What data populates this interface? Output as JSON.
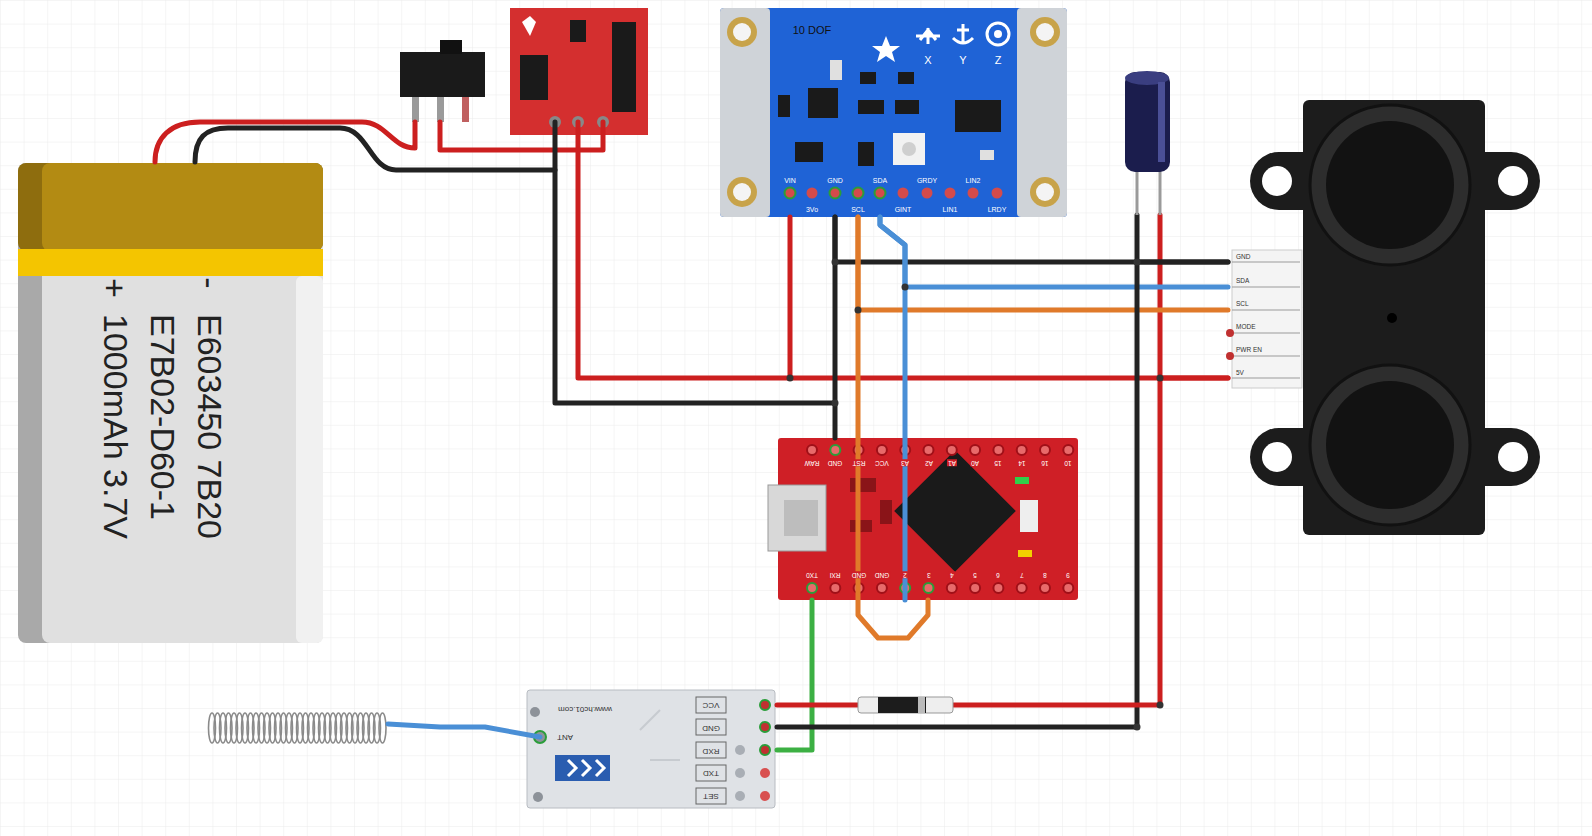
{
  "diagram": {
    "nodes": [
      {
        "text": [
          "-",
          "+",
          "E603450 7B20 E7B02-D60-1 1000mAh 3.7V"
        ]
      },
      {
        "text": [
          "10 DOF",
          "X",
          "Y",
          "Z",
          "VIN",
          "3Vo",
          "GND",
          "SCL",
          "SDA",
          "GINT",
          "GRDY",
          "LIN1",
          "LIN2",
          "LRDY"
        ]
      },
      {
        "text": [
          "GND",
          "SDA",
          "SCL",
          "MODE",
          "PWR EN",
          "5V"
        ]
      },
      {
        "text": [
          "RAW",
          "GND",
          "RST",
          "VCC",
          "A3",
          "A2",
          "A1",
          "A0",
          "15",
          "14",
          "16",
          "10",
          "TX0",
          "RXI",
          "GND",
          "GND",
          "2",
          "3",
          "4",
          "5",
          "6",
          "7",
          "8",
          "9"
        ]
      },
      {
        "text": [
          "www.hc01.com",
          "ANT",
          "VCC",
          "GND",
          "RXD",
          "TXD",
          "SET"
        ]
      }
    ],
    "edges": [
      {
        "from": 1,
        "to": 2,
        "arrow": "none"
      },
      {
        "from": 1,
        "to": 2,
        "arrow": "none"
      },
      {
        "from": 1,
        "to": 2,
        "arrow": "none"
      },
      {
        "from": 1,
        "to": 2,
        "arrow": "none"
      },
      {
        "from": 1,
        "to": 3,
        "arrow": "none"
      },
      {
        "from": 1,
        "to": 3,
        "arrow": "none"
      },
      {
        "from": 1,
        "to": 3,
        "arrow": "none"
      },
      {
        "from": 4,
        "to": 3,
        "arrow": "none"
      },
      {
        "from": 4,
        "to": 2,
        "arrow": "none"
      },
      {
        "from": 4,
        "to": 2,
        "arrow": "none"
      }
    ]
  }
}
